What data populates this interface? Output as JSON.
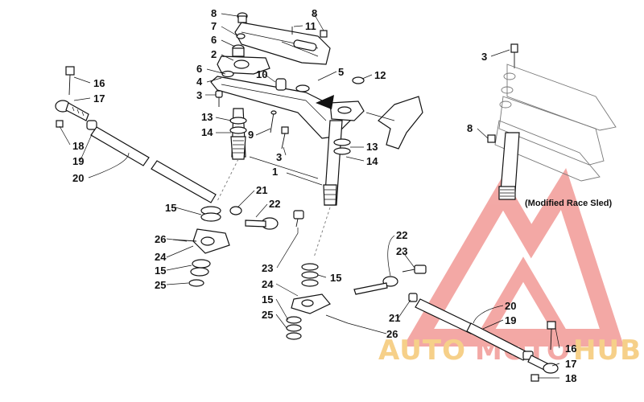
{
  "diagram": {
    "inset_caption": "(Modified Race Sled)",
    "callouts": {
      "c8a": "8",
      "c7": "7",
      "c6a": "6",
      "c2": "2",
      "c6b": "6",
      "c4": "4",
      "c3a": "3",
      "c13a": "13",
      "c14a": "14",
      "c9": "9",
      "c3b": "3",
      "c1": "1",
      "c10": "10",
      "c8b": "8",
      "c11": "11",
      "c5": "5",
      "c12": "12",
      "c13b": "13",
      "c14b": "14",
      "c16a": "16",
      "c17a": "17",
      "c18a": "18",
      "c19a": "19",
      "c20a": "20",
      "c21a": "21",
      "c22a": "22",
      "c15a": "15",
      "c26a": "26",
      "c24a": "24",
      "c15b": "15",
      "c25a": "25",
      "c23a": "23",
      "c15c": "15",
      "c24b": "24",
      "c15d": "15",
      "c25b": "25",
      "c22b": "22",
      "c23b": "23",
      "c21b": "21",
      "c26b": "26",
      "c20b": "20",
      "c19b": "19",
      "c16b": "16",
      "c17b": "17",
      "c18b": "18",
      "c3c": "3",
      "c8c": "8"
    }
  },
  "watermark": {
    "word_part1": "AUTO",
    "word_part2": "MOTO",
    "word_part3": "HUB",
    "color_red": "#e8302a",
    "color_orange": "#f0a020"
  }
}
